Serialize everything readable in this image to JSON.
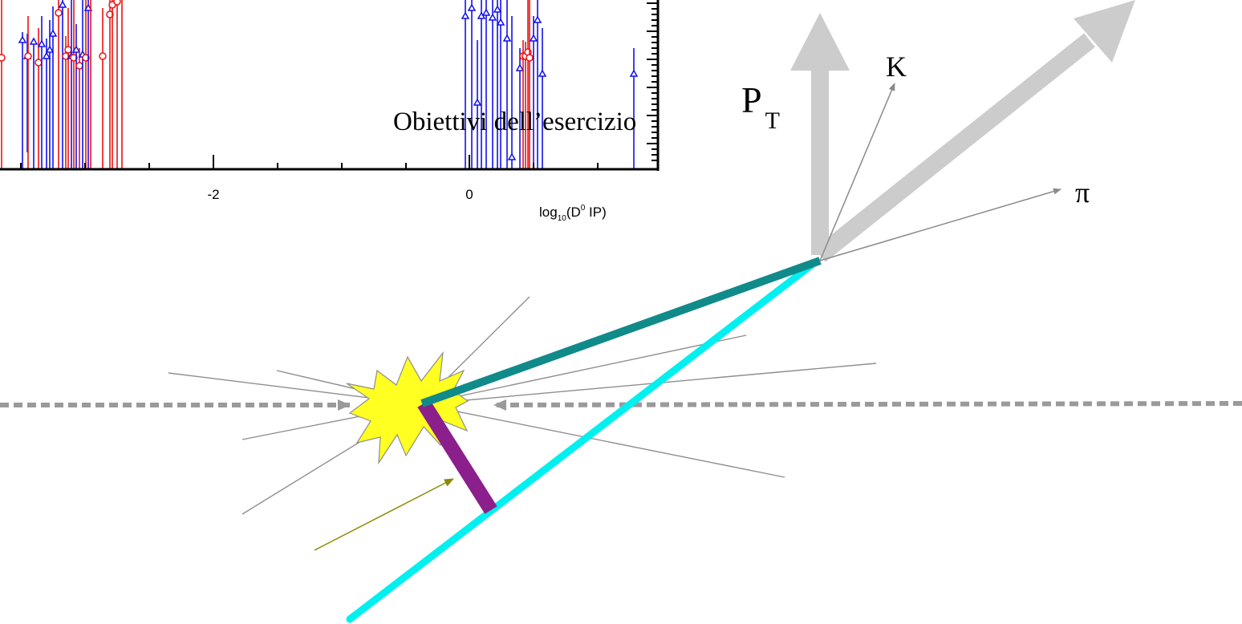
{
  "slide": {
    "title": "Obiettivi dell’esercizio",
    "pt_label": "P",
    "pt_subscript": "T",
    "k_label": "K",
    "pi_label": "π"
  },
  "plot_fragment": {
    "tick_labels": [
      "-2",
      "0"
    ],
    "xlabel_prefix": "log",
    "xlabel_subscript": "10",
    "xlabel_mid": "(D",
    "xlabel_sup": "0",
    "xlabel_suffix": " IP)",
    "series_colors": {
      "red_circles": "#ee1111",
      "blue_triangles": "#1111ee"
    }
  },
  "colors": {
    "pt_arrow": "#cccccc",
    "d0_track": "#118a8a",
    "cyan_track": "#00f0f0",
    "impact_parameter": "#8b1f8b",
    "vertex_burst": "#ffff22",
    "beam": "#9a9a9a",
    "pointer": "#8a8a00"
  }
}
